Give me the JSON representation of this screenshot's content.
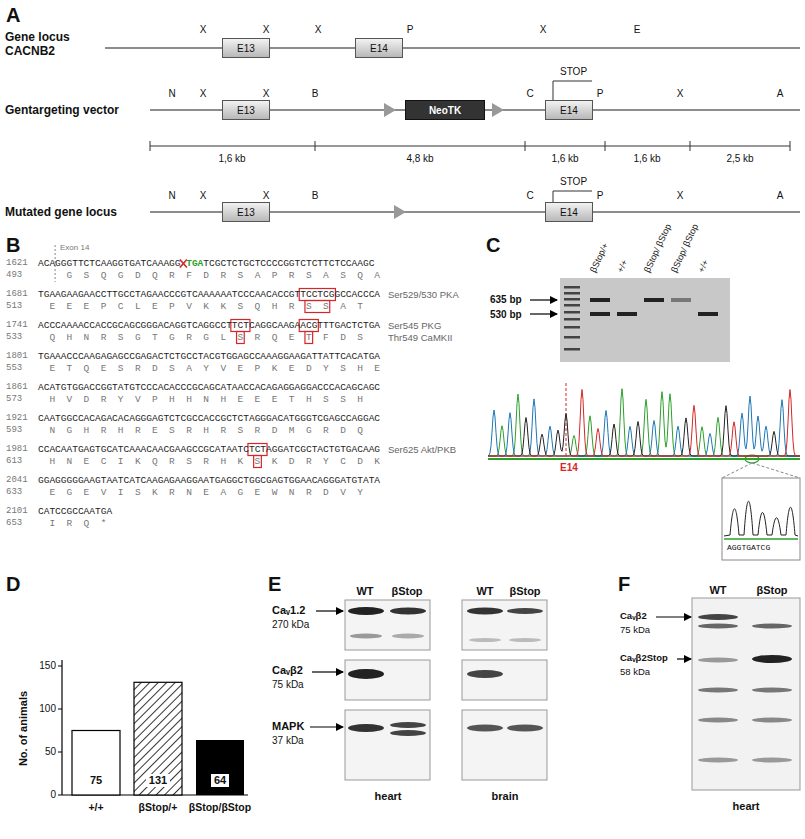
{
  "diagram": {
    "nodes": [
      {
        "text": [
          "E13"
        ]
      },
      {
        "text": [
          "E14"
        ]
      },
      {
        "text": [
          "E13"
        ]
      },
      {
        "text": [
          "NeoTK"
        ]
      },
      {
        "text": [
          "E14"
        ]
      },
      {
        "text": [
          "E13"
        ]
      },
      {
        "text": [
          "E14"
        ]
      }
    ],
    "labels": [
      "A",
      "Gene locus CACNB2",
      "X",
      "X",
      "X",
      "P",
      "X",
      "E",
      "Gentargeting vector",
      "N",
      "X",
      "X",
      "B",
      "C",
      "STOP",
      "P",
      "X",
      "A",
      "1,6 kb",
      "4,8 kb",
      "1,6 kb",
      "1,6 kb",
      "2,5 kb",
      "Mutated gene locus",
      "N",
      "X",
      "X",
      "B",
      "C",
      "STOP",
      "P",
      "X",
      "A",
      "B",
      "Exon 14",
      "1621",
      "ACAGGGTTCTCAAGGTGATCAAAGG",
      "TGA",
      "TCGCTCTGCTCCCCGGTCTCTTCTCCAAGC",
      "493",
      "G  S  Q  G  D  Q  R  F  D  R  S  A  P  R  S  A  S  Q  A",
      "1681",
      "TGAAGAAGAACCTTGCCTAGAACCCGTCAAAAAATCCCAACACCGTTCCTCGGCCACCCA",
      "513",
      "E  E  E  P  C  L  E  P  V  K  K  S  Q  H  R  S  S  A  T",
      "Ser529/530 PKA",
      "1741",
      "ACCCAAAACCACCGCAGCGGGACAGGTCAGGCCTTCTCAGGCAAGAACGTTTGACTCTGA",
      "533",
      "Q  H  N  R  S  G  T  G  R  G  L  S  R  Q  E  T  F  D  S",
      "Ser545 PKG",
      "Thr549 CaMKII",
      "1801",
      "TGAAACCCAAGAGAGCCGAGACTCTGCCTACGTGGAGCCAAAGGAAGATTATTCACATGA",
      "553",
      "E  T  Q  E  S  R  D  S  A  Y  V  E  P  K  E  D  Y  S  H  E",
      "1861",
      "ACATGTGGACCGGTATGTCCCACACCCGCAGCATAACCACAGAGGAGGACCCACAGCAGC",
      "573",
      "H  V  D  R  Y  V  P  H  H  N  H  E  E  E  T  H  S  S  H",
      "1921",
      "CAATGGCCACAGACACAGGGAGTCTCGCCACCGCTCTAGGGACATGGGTCGAGCCAGGAC",
      "593",
      "N  G  H  R  H  R  E  S  R  H  R  S  R  D  M  G  R  D  Q",
      "1981",
      "CCACAATGAGTGCATCAAACAACGAAGCCGCATAATCTCTAGGATCGCTACTGTGACAAG",
      "613",
      "H  N  E  C  I  K  Q  R  S  R  H  K  S  K  D  R  Y  C  D  K",
      "Ser625 Akt/PKB",
      "2041",
      "GGAGGGGGAAGTAATCATCAAGAGAAGGAATGAGGCTGGCGAGTGGAACAGGGATGTATA",
      "633",
      "E  G  E  V  I  S  K  R  N  E  A  G  E  W  N  R  D  V  Y",
      "2101",
      "CATCCGCCAATGA",
      "653",
      "I  R  Q  *",
      "C",
      "βStop/+",
      "+/+",
      "βStop/ βStop",
      "βStop/ βStop",
      "+/+",
      "635 bp",
      "530 bp",
      "E14",
      "AGGTGATCG",
      "D",
      "150",
      "100",
      "50",
      "0",
      "No. of animals",
      "75",
      "131",
      "64",
      "+/+",
      "βStop/+",
      "βStop/βStop",
      "E",
      "WT",
      "βStop",
      "WT",
      "βStop",
      "Caᵥ1.2",
      "270 kDa",
      "Caᵥβ2",
      "75 kDa",
      "MAPK",
      "37 kDa",
      "heart",
      "brain",
      "F",
      "WT",
      "βStop",
      "Caᵥβ2",
      "75 kDa",
      "Caᵥβ2Stop",
      "58 kDa",
      "heart"
    ]
  }
}
